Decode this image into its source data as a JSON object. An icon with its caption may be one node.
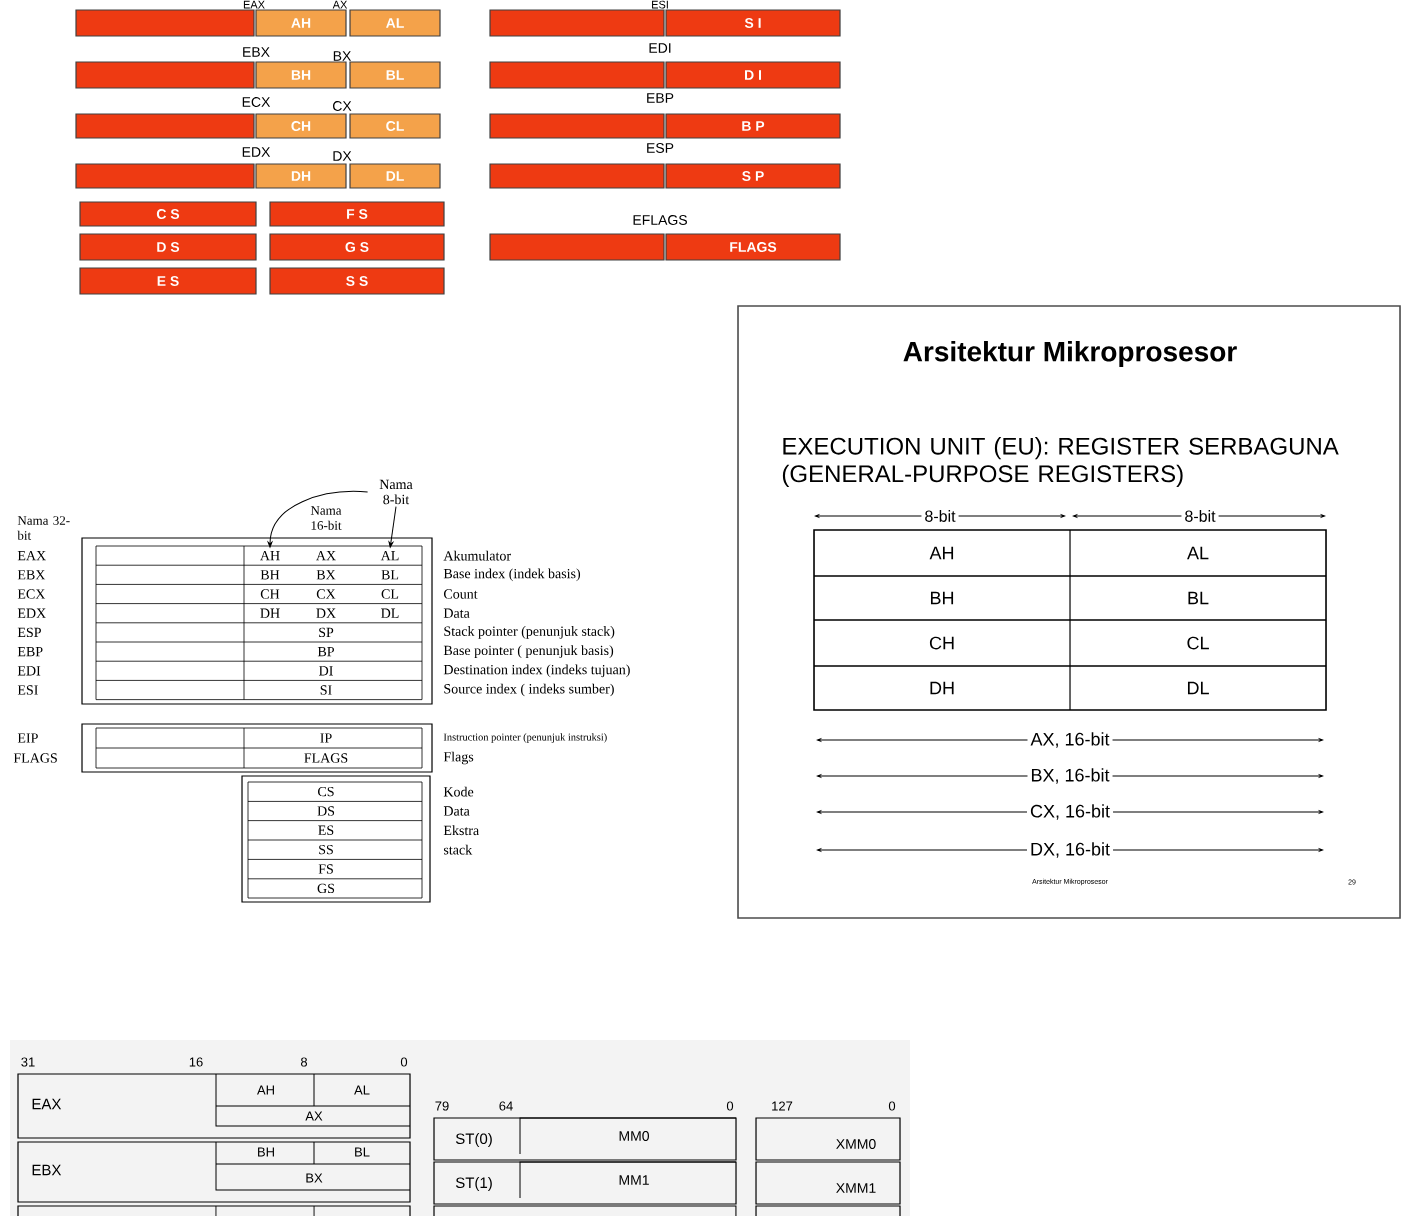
{
  "diagram": {
    "nodes": [
      {
        "text": [],
        "shape": "bar"
      },
      {
        "text": [
          "AH"
        ]
      },
      {
        "text": [
          "AL"
        ]
      },
      {
        "text": [],
        "shape": "bar"
      },
      {
        "text": [
          "S I"
        ]
      },
      {
        "text": [],
        "shape": "bar"
      },
      {
        "text": [
          "BH"
        ]
      },
      {
        "text": [
          "BL"
        ]
      },
      {
        "text": [],
        "shape": "bar"
      },
      {
        "text": [
          "D I"
        ]
      },
      {
        "text": [],
        "shape": "bar"
      },
      {
        "text": [
          "CH"
        ]
      },
      {
        "text": [
          "CL"
        ]
      },
      {
        "text": [],
        "shape": "bar"
      },
      {
        "text": [
          "B P"
        ]
      },
      {
        "text": [],
        "shape": "bar"
      },
      {
        "text": [
          "DH"
        ]
      },
      {
        "text": [
          "DL"
        ]
      },
      {
        "text": [],
        "shape": "bar"
      },
      {
        "text": [
          "S P"
        ]
      },
      {
        "text": [
          "C S"
        ]
      },
      {
        "text": [
          "F S"
        ]
      },
      {
        "text": [
          "D S"
        ]
      },
      {
        "text": [
          "G S"
        ]
      },
      {
        "text": [],
        "shape": "bar"
      },
      {
        "text": [
          "FLAGS"
        ]
      },
      {
        "text": [
          "E S"
        ]
      },
      {
        "text": [
          "S S"
        ]
      },
      {
        "text": [
          "Nama 8-bit"
        ]
      },
      {
        "text": [
          "AH"
        ]
      },
      {
        "text": [
          "AL"
        ]
      }
    ],
    "edges": [
      {
        "from": 28,
        "to": 29,
        "arrow": "to"
      },
      {
        "from": 28,
        "to": 30,
        "arrow": "to"
      }
    ],
    "labels": [
      "EAX",
      "AX",
      "ESI",
      "EBX",
      "BX",
      "EDI",
      "ECX",
      "CX",
      "EBP",
      "EDX",
      "DX",
      "ESP",
      "EFLAGS",
      "Nama 16-bit",
      "Nama 32-bit",
      "EAX",
      "AX",
      "Akumulator",
      "EBX",
      "BH",
      "BX",
      "BL",
      "Base index (indek basis)",
      "ECX",
      "CH",
      "CX",
      "CL",
      "Count",
      "EDX",
      "DH",
      "DX",
      "DL",
      "Data",
      "ESP",
      "SP",
      "Stack pointer (penunjuk stack)",
      "EBP",
      "BP",
      "Base pointer ( penunjuk basis)",
      "EDI",
      "DI",
      "Destination index (indeks tujuan)",
      "ESI",
      "SI",
      "Source index ( indeks sumber)",
      "EIP",
      "IP",
      "Instruction pointer (penunjuk instruksi)",
      "FLAGS",
      "FLAGS",
      "Flags",
      "CS",
      "Kode",
      "DS",
      "Data",
      "ES",
      "Ekstra",
      "SS",
      "stack",
      "FS",
      "GS",
      "Arsitektur Mikroprosesor",
      "EXECUTION UNIT (EU): REGISTER SERBAGUNA (GENERAL-PURPOSE REGISTERS)",
      "8-bit",
      "8-bit",
      "AH",
      "AL",
      "BH",
      "BL",
      "CH",
      "CL",
      "DH",
      "DL",
      "AX, 16-bit",
      "BX, 16-bit",
      "CX, 16-bit",
      "DX, 16-bit",
      "Arsitektur Mikroprosesor",
      "29",
      "31",
      "16",
      "8",
      "0",
      "EAX",
      "AH",
      "AL",
      "AX",
      "79",
      "64",
      "0",
      "127",
      "0",
      "ST(0)",
      "MM0",
      "XMM0",
      "EBX",
      "BH",
      "BL",
      "BX",
      "ST(1)",
      "MM1",
      "XMM1"
    ]
  }
}
